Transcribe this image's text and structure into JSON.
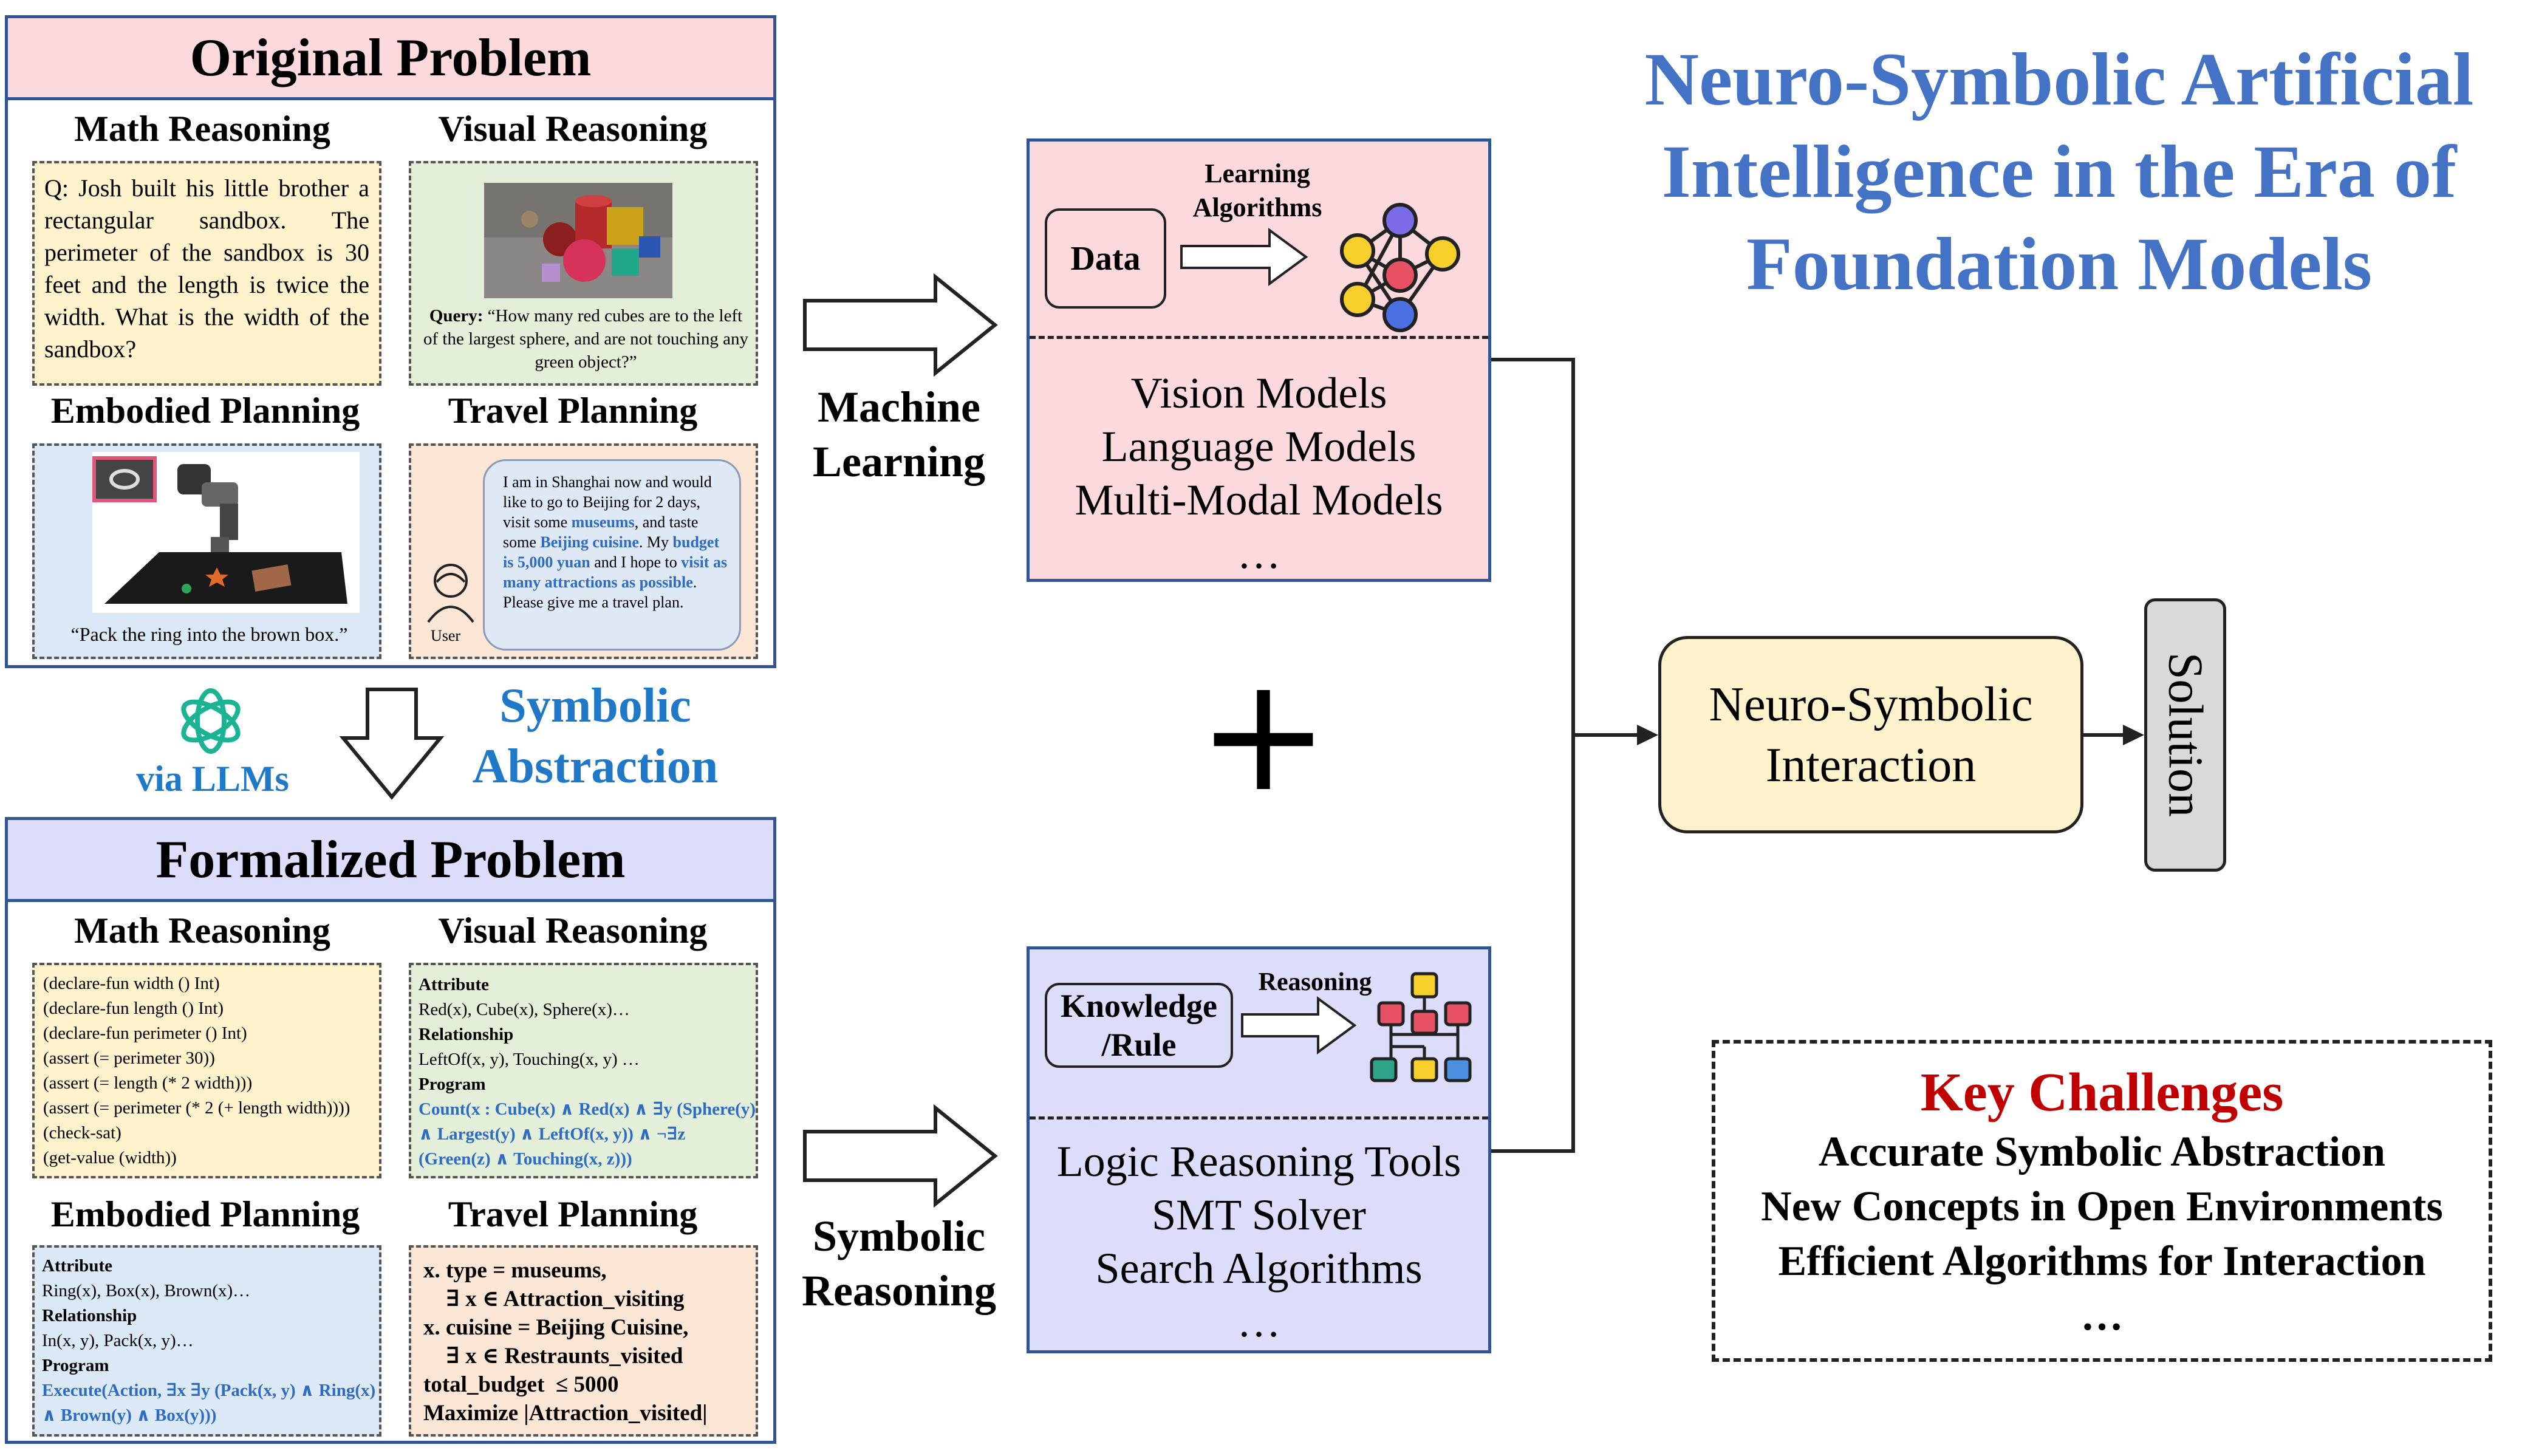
{
  "main_title": [
    "Neuro-Symbolic Artificial",
    "Intelligence in the Era of",
    "Foundation Models"
  ],
  "original": {
    "header": "Original Problem",
    "math": {
      "title": "Math Reasoning",
      "text": "Q: Josh built his little brother a rectangular sandbox. The perimeter of the sandbox is 30 feet and the length is twice the width. What is the width of the sandbox?"
    },
    "visual": {
      "title": "Visual Reasoning",
      "query_label": "Query:",
      "query": "“How many red cubes are to the left of the largest sphere, and are not touching any green object?”"
    },
    "embodied": {
      "title": "Embodied Planning",
      "caption": "“Pack the ring into the brown box.”"
    },
    "travel": {
      "title": "Travel Planning",
      "user_label": "User",
      "msg_1": "I am in Shanghai now and would like to go to Beijing for 2 days, visit some ",
      "msg_museums": "museums",
      "msg_2": ", and taste some ",
      "msg_cuisine": "Beijing cuisine",
      "msg_3": ". My ",
      "msg_budget": "budget is 5,000 yuan",
      "msg_4": " and I hope to ",
      "msg_visit": "visit as many attractions as possible",
      "msg_5": ". Please give me a travel plan."
    }
  },
  "abstraction": {
    "via": "via LLMs",
    "line1": "Symbolic",
    "line2": "Abstraction"
  },
  "formalized": {
    "header": "Formalized Problem",
    "math": {
      "title": "Math Reasoning",
      "lines": [
        "(declare-fun width () Int)",
        "(declare-fun length () Int)",
        "(declare-fun perimeter () Int)",
        "(assert (= perimeter 30))",
        "(assert (= length (* 2 width)))",
        "(assert (= perimeter (* 2 (+ length width))))",
        "(check-sat)",
        "(get-value (width))"
      ]
    },
    "visual": {
      "title": "Visual Reasoning",
      "attr_label": "Attribute",
      "attr": "Red(x), Cube(x), Sphere(x)…",
      "rel_label": "Relationship",
      "rel": "LeftOf(x, y), Touching(x, y) …",
      "prog_label": "Program",
      "prog": [
        "Count(x : Cube(x) ∧ Red(x) ∧ ∃y (Sphere(y)",
        "∧ Largest(y) ∧ LeftOf(x, y)) ∧ ¬∃z",
        "(Green(z) ∧ Touching(x, z)))"
      ]
    },
    "embodied": {
      "title": "Embodied Planning",
      "attr_label": "Attribute",
      "attr": "Ring(x), Box(x), Brown(x)…",
      "rel_label": "Relationship",
      "rel": "In(x, y), Pack(x, y)…",
      "prog_label": "Program",
      "prog": [
        "Execute(Action, ∃x ∃y (Pack(x, y) ∧ Ring(x)",
        "∧ Brown(y) ∧ Box(y)))"
      ]
    },
    "travel": {
      "title": "Travel Planning",
      "lines": [
        "x. type = museums,",
        "    ∃ x ∈ Attraction_visiting",
        "x. cuisine = Beijing Cuisine,",
        "    ∃ x ∈ Restraunts_visited",
        "total_budget  ≤ 5000",
        "Maximize |Attraction_visited|"
      ]
    }
  },
  "ml_label": [
    "Machine",
    "Learning"
  ],
  "sr_label": [
    "Symbolic",
    "Reasoning"
  ],
  "plus": "+",
  "ml_box": {
    "data": "Data",
    "algo": [
      "Learning",
      "Algorithms"
    ],
    "models": [
      "Vision Models",
      "Language Models",
      "Multi-Modal Models",
      "…"
    ]
  },
  "sr_box": {
    "knowledge": [
      "Knowledge",
      "/Rule"
    ],
    "reasoning": "Reasoning",
    "tools": [
      "Logic Reasoning Tools",
      "SMT Solver",
      "Search Algorithms",
      "…"
    ]
  },
  "interaction": [
    "Neuro-Symbolic",
    "Interaction"
  ],
  "solution": "Solution",
  "challenges": {
    "title": "Key Challenges",
    "items": [
      "Accurate Symbolic Abstraction",
      "New Concepts in Open Environments",
      "Efficient Algorithms for Interaction",
      "…"
    ]
  },
  "colors": {
    "title_blue": "#4472c4",
    "panel_border": "#2f5597",
    "pink": "#fcd9dd",
    "lavender": "#dcdcfb",
    "interaction_fill": "#fdf2cb",
    "solution_fill": "#d9d9d9",
    "challenge_red": "#c00000",
    "symbolic_blue": "#1f78c8"
  }
}
